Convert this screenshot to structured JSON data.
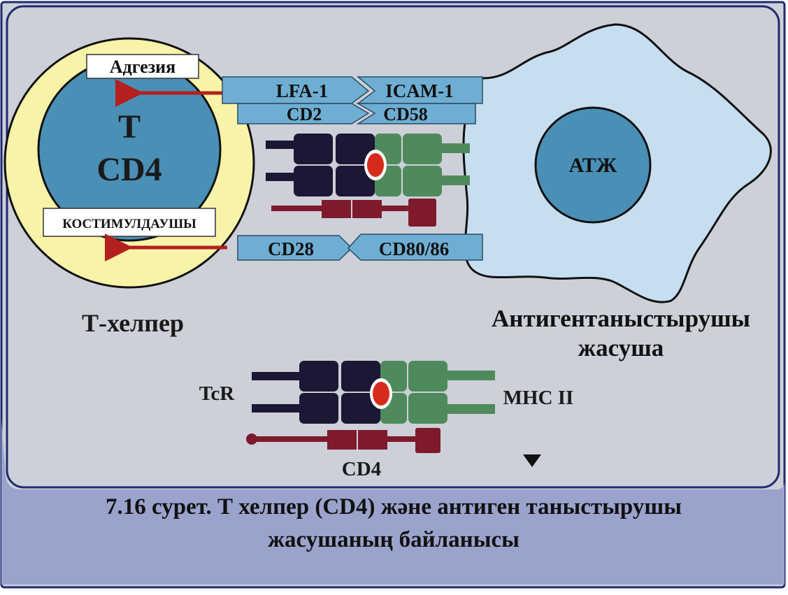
{
  "labels": {
    "adhesion": "Адгезия",
    "t_cell_line1": "T",
    "t_cell_line2": "CD4",
    "costim": "КОСТИМУЛДАУШЫ",
    "t_helper": "Т-хелпер",
    "apc_nucleus": "АТЖ",
    "apc_caption_line1": "Антигентаныстырушы",
    "apc_caption_line2": "жасуша",
    "lfa1": "LFA-1",
    "icam1": "ICAM-1",
    "cd2": "CD2",
    "cd58": "CD58",
    "cd28": "CD28",
    "cd8086": "CD80/86",
    "tcr": "TcR",
    "mhc2": "MHC II",
    "cd4": "CD4"
  },
  "caption": {
    "line1": "7.16 сурет. Т хелпер (CD4) жəне антиген таныстырушы",
    "line2": "жасушаның байланысы"
  },
  "colors": {
    "background": "#cdd0d8",
    "caption_band": "#9aa3cc",
    "frame": "#1e2b6e",
    "t_cell_outer": "#f7f3a8",
    "t_cell_inner": "#4a8fb5",
    "apc_body": "#c7def0",
    "apc_nucleus": "#4a8fb5",
    "receptor_tab": "#6faed3",
    "tcr_dark": "#1b1734",
    "mhc_green": "#4f8a5c",
    "cd4_maroon": "#7e1a2c",
    "antigen": "#d62a1a",
    "arrow": "#b3201e"
  }
}
